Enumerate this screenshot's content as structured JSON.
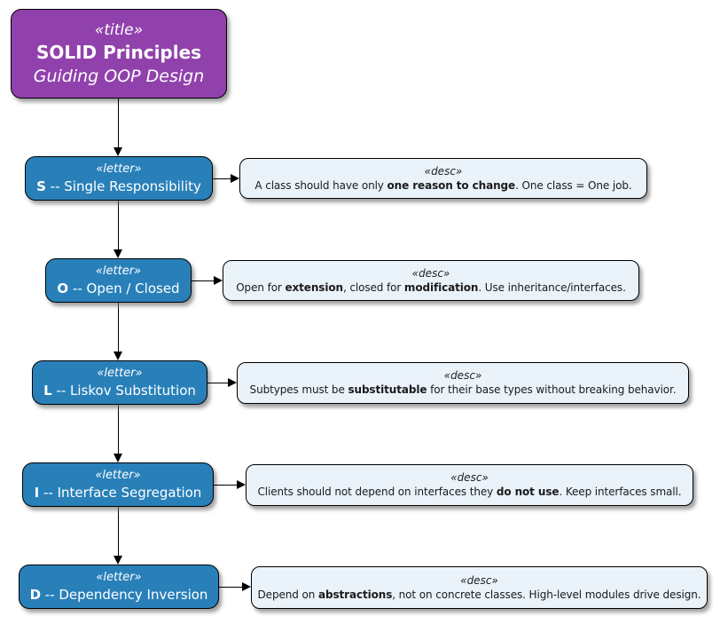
{
  "diagram": {
    "title": {
      "stereotype": "«title»",
      "heading": "SOLID Principles",
      "subtitle": "Guiding OOP Design"
    }
  },
  "colors": {
    "title_fill": "#9141AC",
    "letter_fill": "#2980B9",
    "desc_fill": "#EAF2FA",
    "border": "#000000",
    "arrow": "#000000",
    "title_text": "#FFFFFF",
    "desc_text": "#1B1B1B"
  },
  "principles": [
    {
      "stereotype": "«letter»",
      "letter": "S",
      "label_rest": " -- Single Responsibility",
      "desc_stereotype": "«desc»",
      "desc_segments": [
        {
          "text": "A class should have only ",
          "bold": false
        },
        {
          "text": "one reason to change",
          "bold": true
        },
        {
          "text": ". One class = One job.",
          "bold": false
        }
      ]
    },
    {
      "stereotype": "«letter»",
      "letter": "O",
      "label_rest": " -- Open / Closed",
      "desc_stereotype": "«desc»",
      "desc_segments": [
        {
          "text": "Open for ",
          "bold": false
        },
        {
          "text": "extension",
          "bold": true
        },
        {
          "text": ", closed for ",
          "bold": false
        },
        {
          "text": "modification",
          "bold": true
        },
        {
          "text": ". Use inheritance/interfaces.",
          "bold": false
        }
      ]
    },
    {
      "stereotype": "«letter»",
      "letter": "L",
      "label_rest": " -- Liskov Substitution",
      "desc_stereotype": "«desc»",
      "desc_segments": [
        {
          "text": "Subtypes must be ",
          "bold": false
        },
        {
          "text": "substitutable",
          "bold": true
        },
        {
          "text": " for their base types without breaking behavior.",
          "bold": false
        }
      ]
    },
    {
      "stereotype": "«letter»",
      "letter": "I",
      "label_rest": " -- Interface Segregation",
      "desc_stereotype": "«desc»",
      "desc_segments": [
        {
          "text": "Clients should not depend on interfaces they ",
          "bold": false
        },
        {
          "text": "do not use",
          "bold": true
        },
        {
          "text": ". Keep interfaces small.",
          "bold": false
        }
      ]
    },
    {
      "stereotype": "«letter»",
      "letter": "D",
      "label_rest": " -- Dependency Inversion",
      "desc_stereotype": "«desc»",
      "desc_segments": [
        {
          "text": "Depend on ",
          "bold": false
        },
        {
          "text": "abstractions",
          "bold": true
        },
        {
          "text": ", not on concrete classes. High-level modules drive design.",
          "bold": false
        }
      ]
    }
  ]
}
